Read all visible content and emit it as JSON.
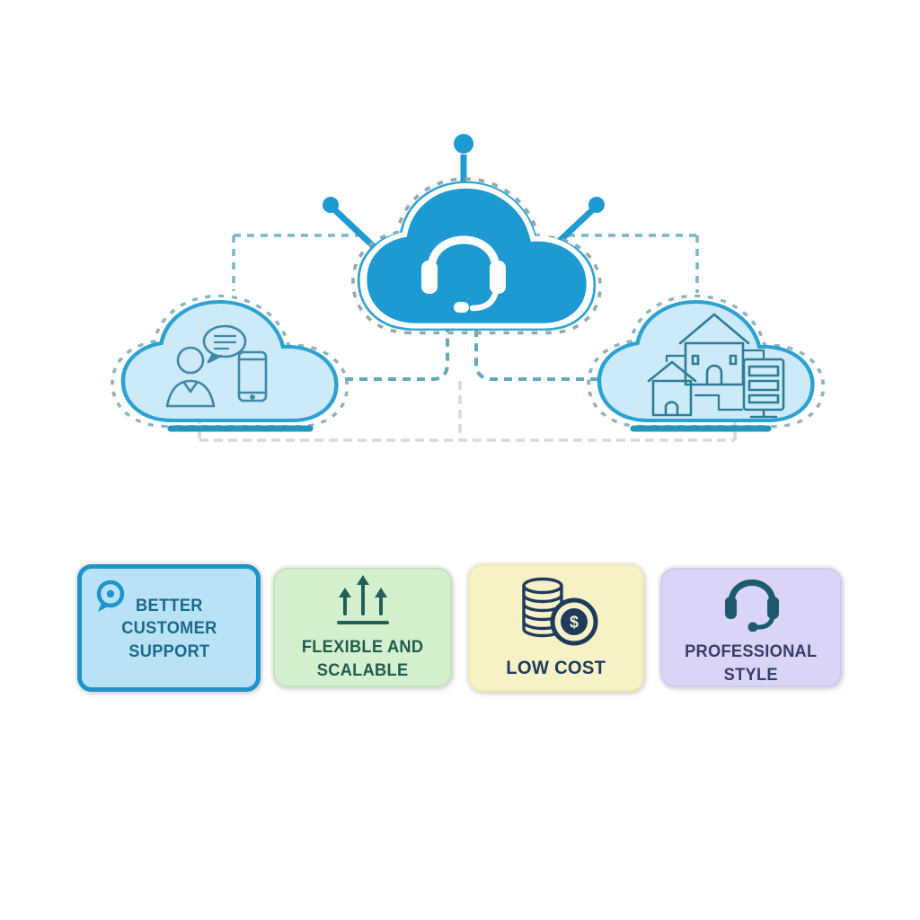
{
  "diagram": {
    "background": "#ffffff",
    "nodes": [
      {
        "id": "call-center-cloud",
        "icon": "headset-icon",
        "fill": "#1E9AD3",
        "icon_color": "#FFFFFF"
      },
      {
        "id": "customer-cloud",
        "icon": "person-chat-phone-icon",
        "fill": "#CDEAF8",
        "outline": "#2BA2D2",
        "icon_color": "#3E88AB"
      },
      {
        "id": "branch-office-cloud",
        "icon": "houses-server-icon",
        "fill": "#CDEAF8",
        "outline": "#2BA2D2",
        "icon_color": "#2E7D98"
      }
    ],
    "connectors": {
      "dashed_teal": "#4FA0B9",
      "dashed_blue_gray": "#63A7BE",
      "dashed_light_gray": "#D9D9D9",
      "antenna_blue": "#1E9AD3"
    }
  },
  "cards": [
    {
      "id": "better-customer-support",
      "icon": "chat-bubble-icon",
      "lines": [
        "BETTER",
        "CUSTOMER",
        "SUPPORT"
      ],
      "bg": "#B9E2F6",
      "border": "#1E93CC",
      "text_color": "#1B6A8C",
      "icon_color": "#1E93CC"
    },
    {
      "id": "flexible-and-scalable",
      "icon": "growth-arrows-icon",
      "lines": [
        "FLEXIBLE AND",
        "SCALABLE"
      ],
      "bg": "#D4F0CE",
      "border": "#C2E4BB",
      "text_color": "#215C4E",
      "icon_color": "#225F58"
    },
    {
      "id": "low-cost",
      "icon": "coins-dollar-icon",
      "lines": [
        "LOW COST"
      ],
      "bg": "#F7F2C6",
      "border": "#EFE9B4",
      "text_color": "#1E3B5E",
      "icon_color": "#1E3B5E"
    },
    {
      "id": "professional-style",
      "icon": "headset-icon",
      "lines": [
        "PROFESSIONAL",
        "STYLE"
      ],
      "bg": "#DAD5F6",
      "border": "#D0CAF0",
      "text_color": "#363C6E",
      "icon_color": "#1D5A6E"
    }
  ]
}
